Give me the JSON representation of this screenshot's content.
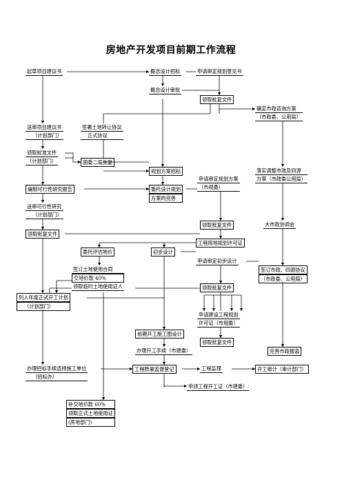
{
  "title": "房地产开发项目前期工作流程",
  "steps": {
    "s1": [
      "起草项目建议书"
    ],
    "s2": [
      "概念设计招标"
    ],
    "s3": [
      "申请审定规划意见书"
    ],
    "s4": [
      "概念设计审批"
    ],
    "s5": [
      "领取批复文件"
    ],
    "s6": [
      "确定市政咨询方案",
      "（市政委、公用局）"
    ],
    "s7": [
      "送审项目建议书",
      "（计划部门）"
    ],
    "s8": [
      "签署土地转让协议",
      "正式协议"
    ],
    "s9": [
      "领取批准文件",
      "（计划部门）"
    ],
    "s10": [
      "国委二局批复"
    ],
    "s11": [
      "规划方案招标"
    ],
    "s12": [
      "落实调整市政及四源",
      "方案（市政委公用局）"
    ],
    "s13": [
      "编制可行性研究报告"
    ],
    "s14": [
      "委托设计规划",
      "方案的完善"
    ],
    "s15": [
      "申请审定规划方案",
      "（市规委）"
    ],
    "s16": [
      "送审可行性研究",
      "（计划部门）"
    ],
    "s17": [
      "领取批复文件"
    ],
    "s18": [
      "大市政协调会"
    ],
    "s19": [
      "领取批复文件"
    ],
    "s20": [
      "工程用地规划许可证"
    ],
    "s21": [
      "委托评估地价"
    ],
    "s22": [
      "初步设计"
    ],
    "s23": [
      "申请审定初步设计"
    ],
    "s24": [
      "签订土地使用合同",
      "交地价款 40%",
      "领取临时土地使用证人"
    ],
    "s25": [
      "签订市政、四源协议",
      "（市政委、公用局）"
    ],
    "s26": [
      "领取批复文件"
    ],
    "s27": [
      "列入年度正式开工计划",
      "（计划部门）"
    ],
    "s28": [
      "申请建设工程规划",
      "许可证（市规委）"
    ],
    "s29": [
      "前期开工施工图设计"
    ],
    "s30": [
      "领取批复文件"
    ],
    "s31": [
      "办理开工手续（市建委）"
    ],
    "s32": [
      "完善市政报装"
    ],
    "s33": [
      "办理招标手续选择施工单位",
      "（招标办）"
    ],
    "s34": [
      "工程质量监督登记"
    ],
    "s35": [
      "工程监理"
    ],
    "s36": [
      "开工审计（审计部门）"
    ],
    "s37": [
      "申领工程开工证（市建委）"
    ],
    "s38": [
      "补交地价款 60%",
      "领取正式土地使用证",
      "(房地部门)"
    ]
  }
}
